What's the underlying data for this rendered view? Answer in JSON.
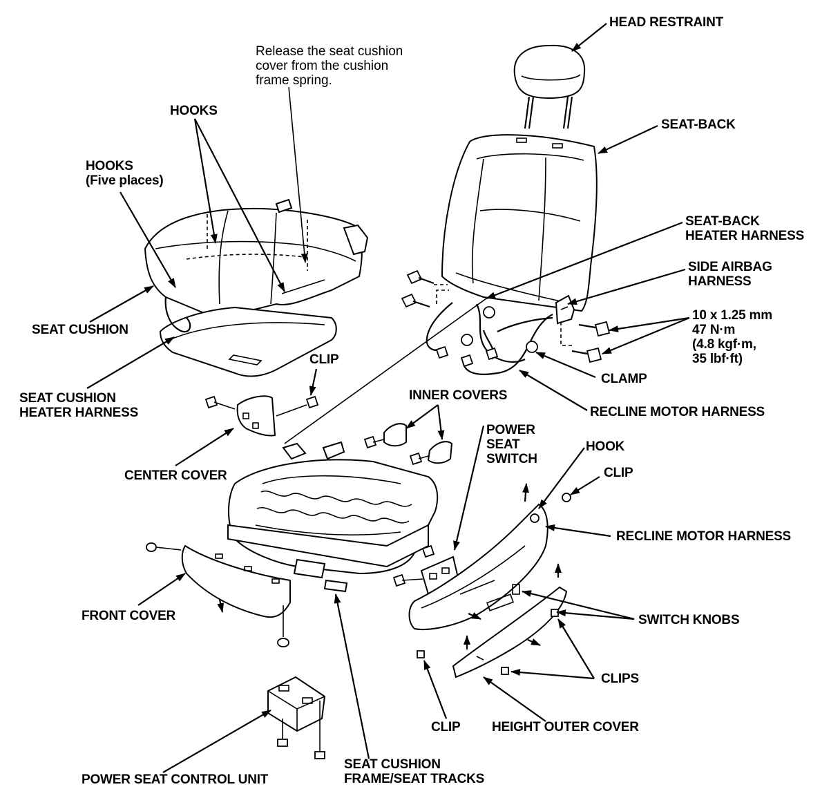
{
  "labels": {
    "head_restraint": "HEAD RESTRAINT",
    "release_note": "Release the seat cushion\ncover from the cushion\nframe spring.",
    "hooks": "HOOKS",
    "hooks_five": "HOOKS\n(Five places)",
    "seat_back": "SEAT-BACK",
    "seat_back_heater_harness": "SEAT-BACK\nHEATER HARNESS",
    "side_airbag_harness": "SIDE AIRBAG\nHARNESS",
    "torque_spec": "10 x 1.25 mm\n47 N·m\n(4.8 kgf·m,\n35 lbf·ft)",
    "seat_cushion": "SEAT CUSHION",
    "clip_center": "CLIP",
    "clamp": "CLAMP",
    "seat_cushion_heater_harness": "SEAT CUSHION\nHEATER HARNESS",
    "inner_covers": "INNER COVERS",
    "recline_motor_harness_top": "RECLINE MOTOR HARNESS",
    "power_seat_switch": "POWER\nSEAT\nSWITCH",
    "hook": "HOOK",
    "clip_right": "CLIP",
    "center_cover": "CENTER COVER",
    "recline_motor_harness_mid": "RECLINE MOTOR HARNESS",
    "switch_knobs": "SWITCH KNOBS",
    "front_cover": "FRONT COVER",
    "clips": "CLIPS",
    "clip_bottom": "CLIP",
    "height_outer_cover": "HEIGHT OUTER COVER",
    "seat_cushion_frame": "SEAT CUSHION\nFRAME/SEAT TRACKS",
    "power_seat_control_unit": "POWER SEAT CONTROL UNIT"
  }
}
